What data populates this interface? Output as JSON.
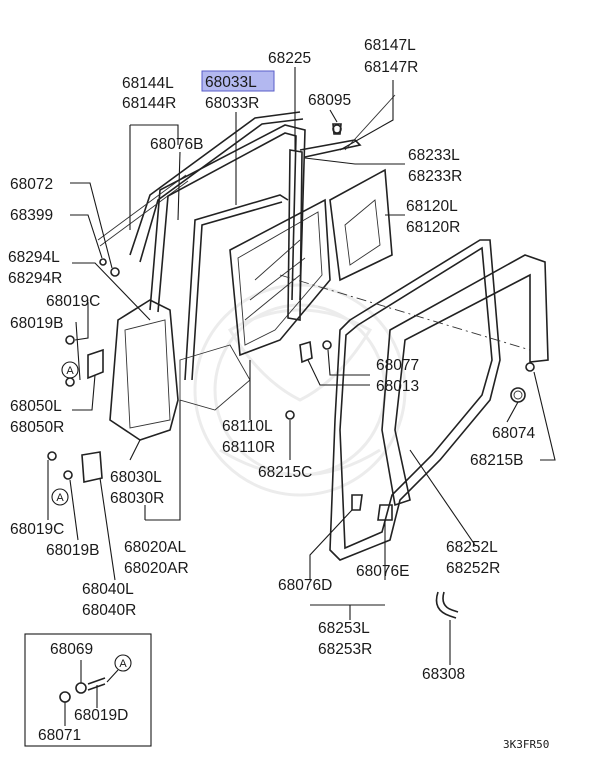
{
  "diagram": {
    "code": "3K3FR50",
    "callout_symbol": "A",
    "highlight_color": "#b3b8f0",
    "labels": {
      "p68144L": "68144L",
      "p68144R": "68144R",
      "p68033L": "68033L",
      "p68033R": "68033R",
      "p68225": "68225",
      "p68147L": "68147L",
      "p68147R": "68147R",
      "p68095": "68095",
      "p68076B": "68076B",
      "p68233L": "68233L",
      "p68233R": "68233R",
      "p68072": "68072",
      "p68399": "68399",
      "p68120L": "68120L",
      "p68120R": "68120R",
      "p68294L": "68294L",
      "p68294R": "68294R",
      "p68019C_top": "68019C",
      "p68019B_top": "68019B",
      "p68077": "68077",
      "p68013": "68013",
      "p68050L": "68050L",
      "p68050R": "68050R",
      "p68110L": "68110L",
      "p68110R": "68110R",
      "p68074": "68074",
      "p68215B": "68215B",
      "p68215C": "68215C",
      "p68030L": "68030L",
      "p68030R": "68030R",
      "p68019C_bot": "68019C",
      "p68019B_bot": "68019B",
      "p68020AL": "68020AL",
      "p68020AR": "68020AR",
      "p68252L": "68252L",
      "p68252R": "68252R",
      "p68040L": "68040L",
      "p68040R": "68040R",
      "p68076D": "68076D",
      "p68076E": "68076E",
      "p68253L": "68253L",
      "p68253R": "68253R",
      "p68069": "68069",
      "p68019D": "68019D",
      "p68071": "68071",
      "p68308": "68308"
    }
  }
}
